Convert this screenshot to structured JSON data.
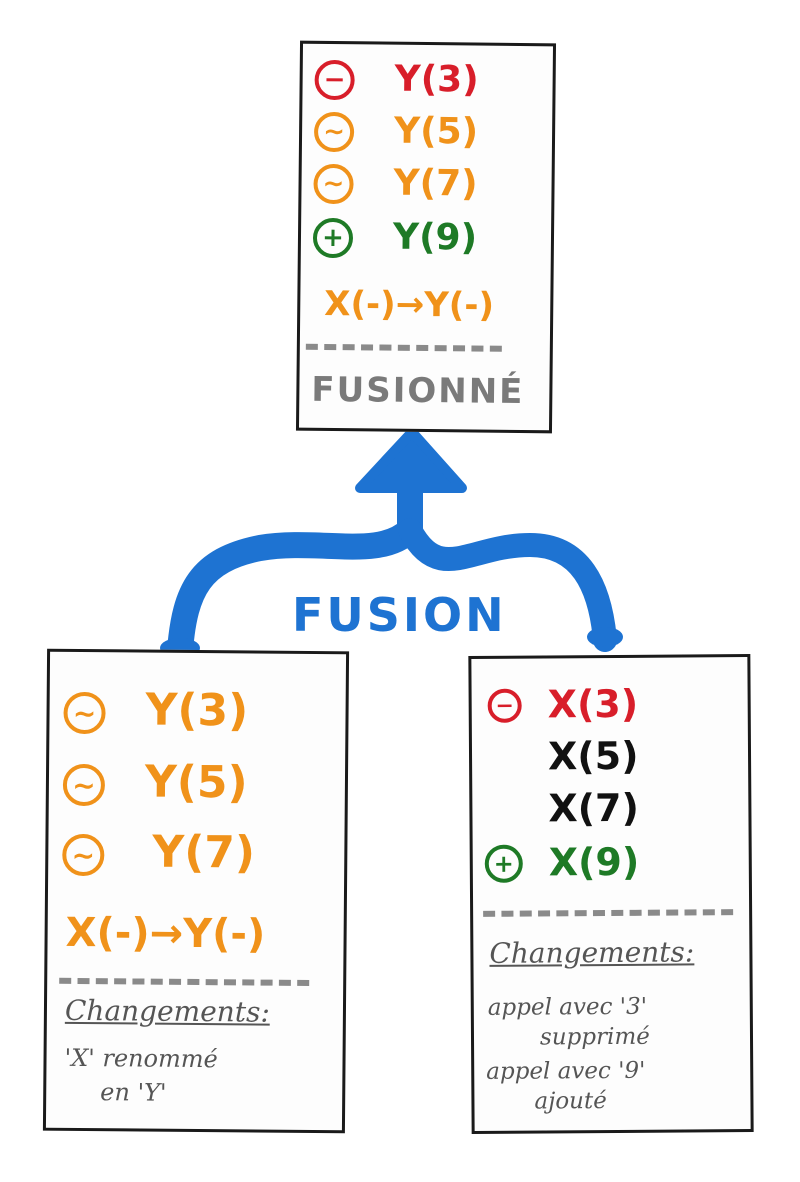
{
  "colors": {
    "red": "#d81e2a",
    "orange": "#f0921a",
    "green": "#1e7a26",
    "black": "#111111",
    "gray": "#8a8a8a",
    "blue": "#1e73d2"
  },
  "merged": {
    "items": [
      {
        "icon": "minus-circle-icon",
        "symbol": "−",
        "text": "Y(3)",
        "color": "red"
      },
      {
        "icon": "tilde-circle-icon",
        "symbol": "~",
        "text": "Y(5)",
        "color": "orange"
      },
      {
        "icon": "tilde-circle-icon",
        "symbol": "~",
        "text": "Y(7)",
        "color": "orange"
      },
      {
        "icon": "plus-circle-icon",
        "symbol": "+",
        "text": "Y(9)",
        "color": "green"
      }
    ],
    "rename": "X(-)→Y(-)",
    "footer": "FUSIONNÉ"
  },
  "arrow_label": "FUSION",
  "left": {
    "items": [
      {
        "icon": "tilde-circle-icon",
        "symbol": "~",
        "text": "Y(3)",
        "color": "orange"
      },
      {
        "icon": "tilde-circle-icon",
        "symbol": "~",
        "text": "Y(5)",
        "color": "orange"
      },
      {
        "icon": "tilde-circle-icon",
        "symbol": "~",
        "text": "Y(7)",
        "color": "orange"
      }
    ],
    "rename": "X(-)→Y(-)",
    "changes_title": "Changements:",
    "changes": [
      "'X' renommé",
      "en 'Y'"
    ]
  },
  "right": {
    "items": [
      {
        "icon": "minus-circle-icon",
        "symbol": "−",
        "text": "X(3)",
        "color": "red"
      },
      {
        "icon": "",
        "symbol": "",
        "text": "X(5)",
        "color": "black"
      },
      {
        "icon": "",
        "symbol": "",
        "text": "X(7)",
        "color": "black"
      },
      {
        "icon": "plus-circle-icon",
        "symbol": "+",
        "text": "X(9)",
        "color": "green"
      }
    ],
    "changes_title": "Changements:",
    "changes": [
      "appel avec '3'",
      "supprimé",
      "appel avec '9'",
      "ajouté"
    ]
  }
}
